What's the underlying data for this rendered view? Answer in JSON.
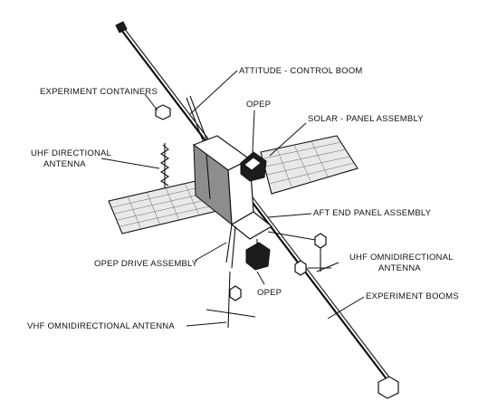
{
  "labels": {
    "attitude_control_boom": "ATTITUDE - CONTROL BOOM",
    "experiment_containers": "EXPERIMENT CONTAINERS",
    "opep_top": "OPEP",
    "solar_panel_assembly": "SOLAR - PANEL ASSEMBLY",
    "uhf_directional_antenna_line1": "UHF DIRECTIONAL",
    "uhf_directional_antenna_line2": "ANTENNA",
    "aft_end_panel_assembly": "AFT END PANEL ASSEMBLY",
    "opep_drive_assembly": "OPEP DRIVE ASSEMBLY",
    "uhf_omnidirectional_antenna_line1": "UHF OMNIDIRECTIONAL",
    "uhf_omnidirectional_antenna_line2": "ANTENNA",
    "opep_bottom": "OPEP",
    "experiment_booms": "EXPERIMENT BOOMS",
    "vhf_omnidirectional_antenna": "VHF OMNIDIRECTIONAL ANTENNA"
  }
}
